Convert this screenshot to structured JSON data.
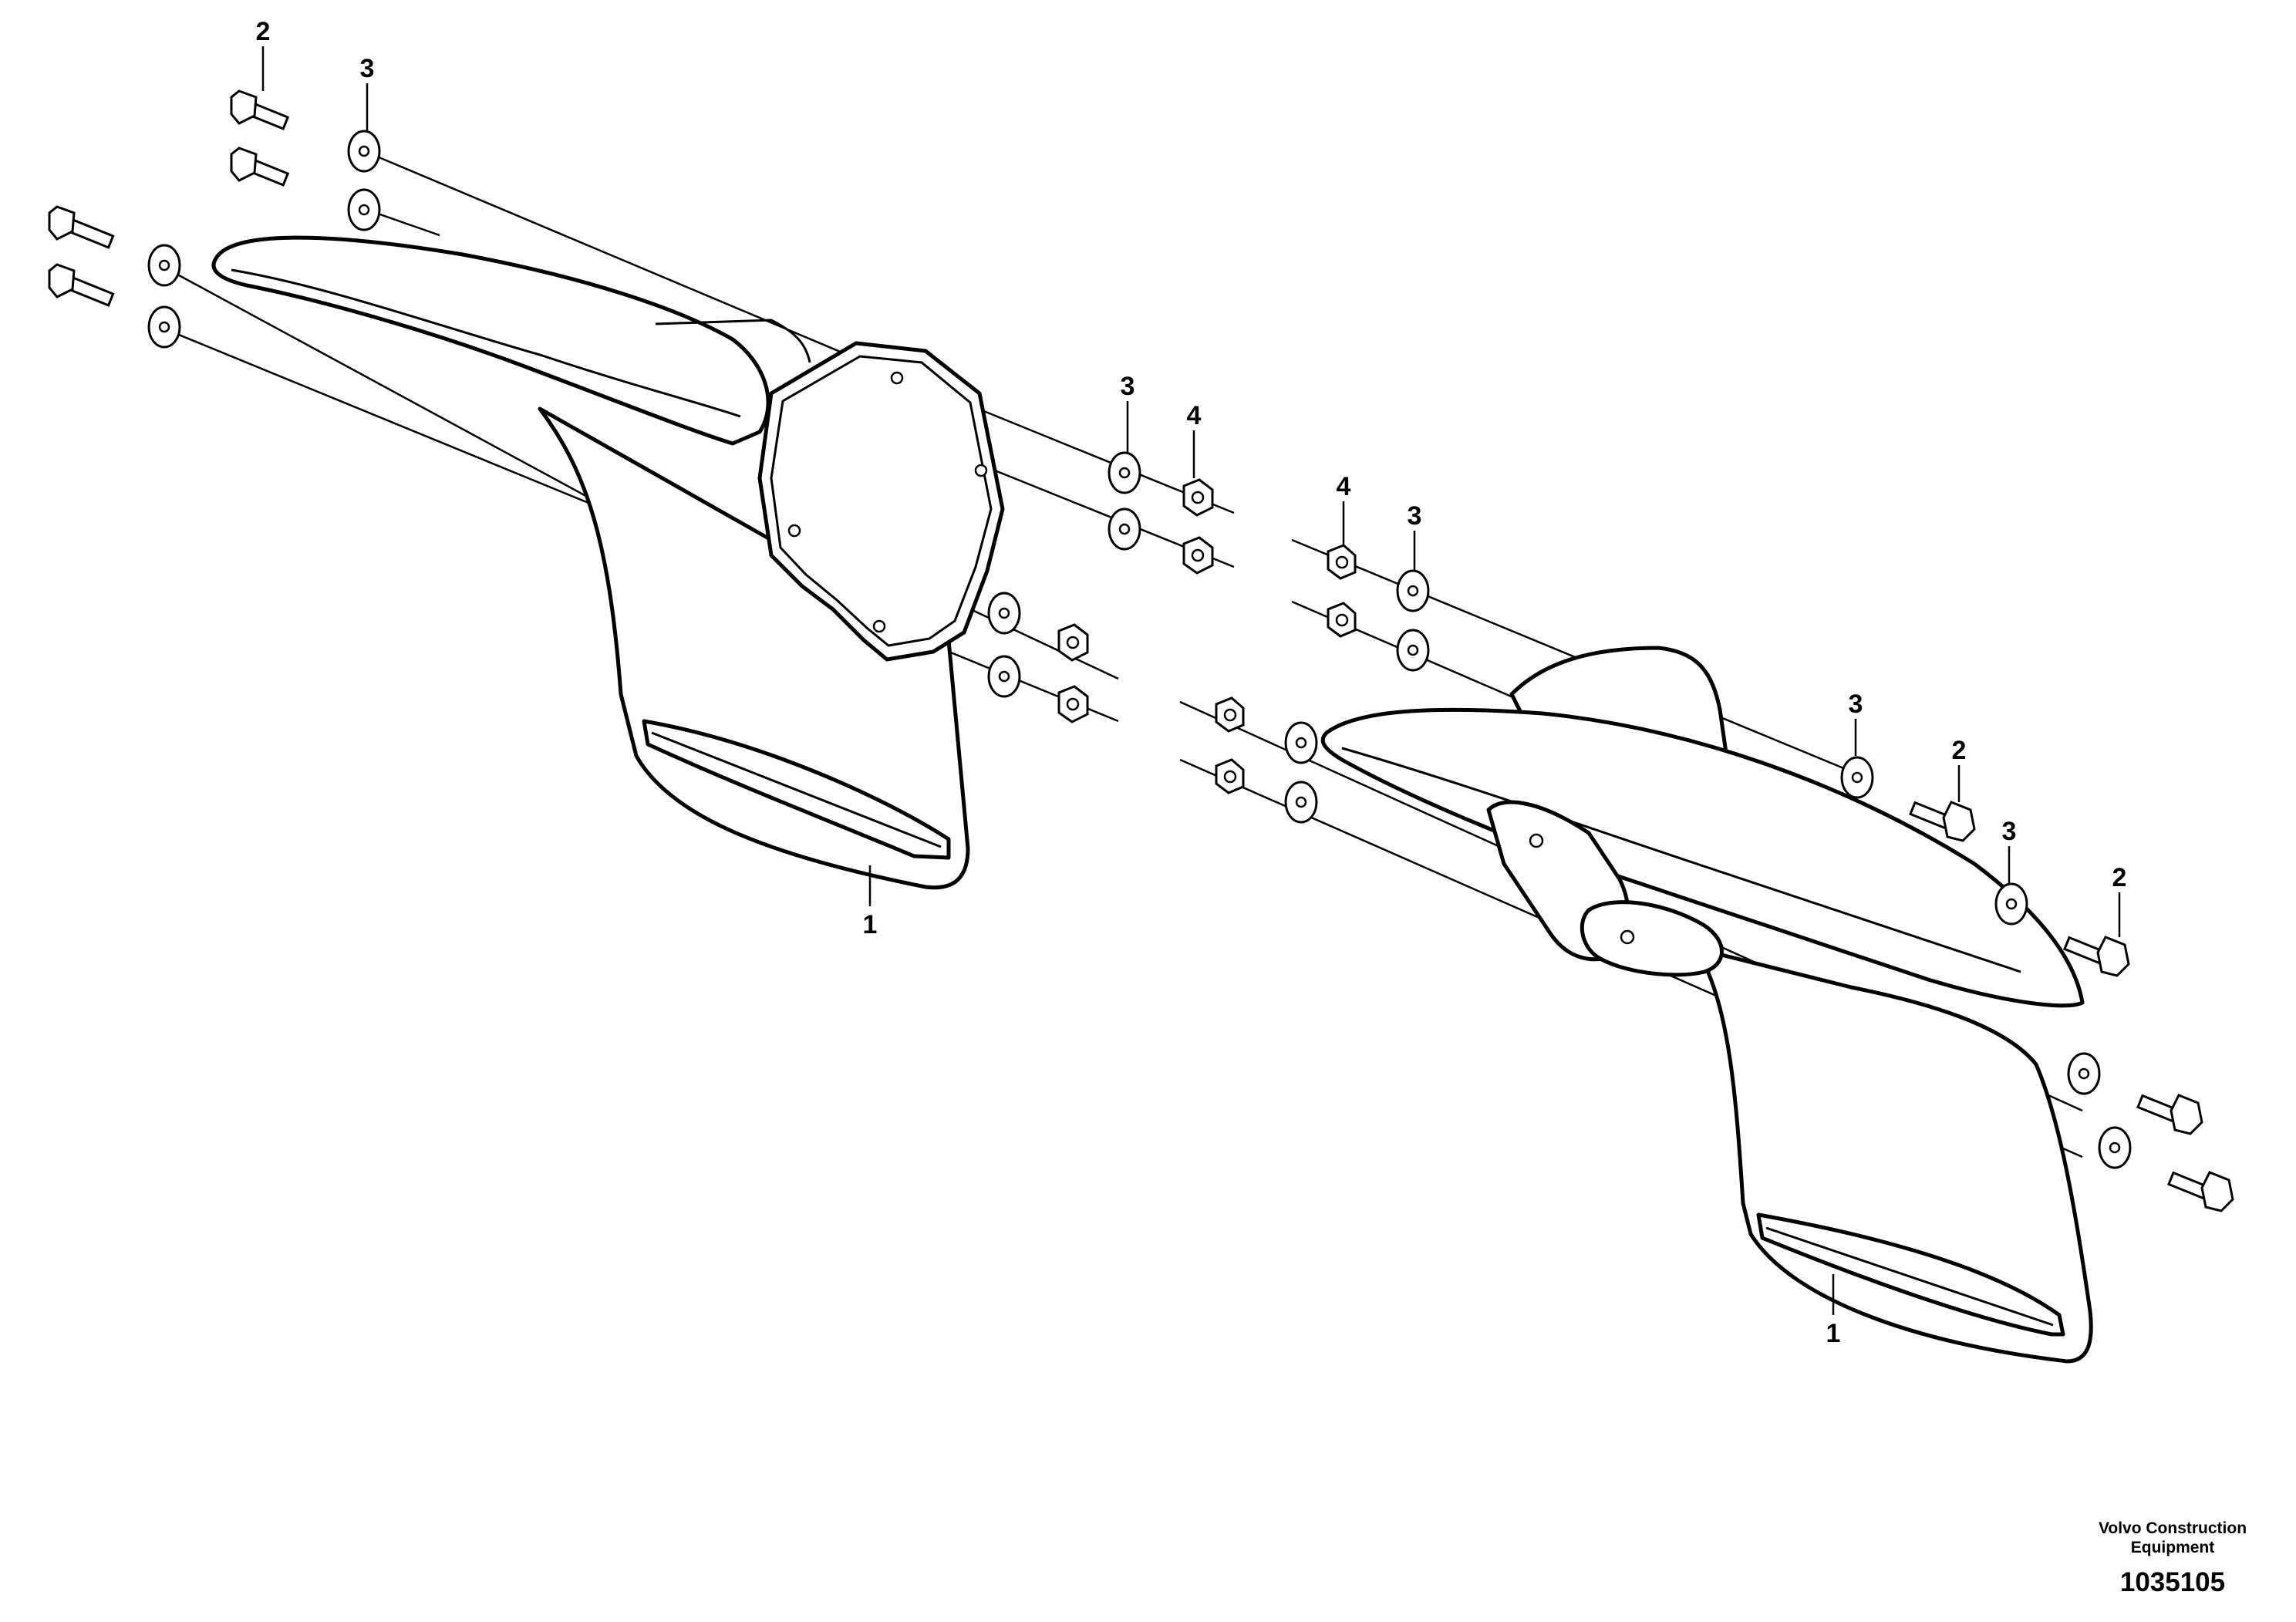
{
  "callouts": {
    "mudguard": "1",
    "bolt": "2",
    "washer": "3",
    "nut": "4"
  },
  "footer": {
    "company_line1": "Volvo Construction",
    "company_line2": "Equipment",
    "drawing_number": "1035105"
  }
}
